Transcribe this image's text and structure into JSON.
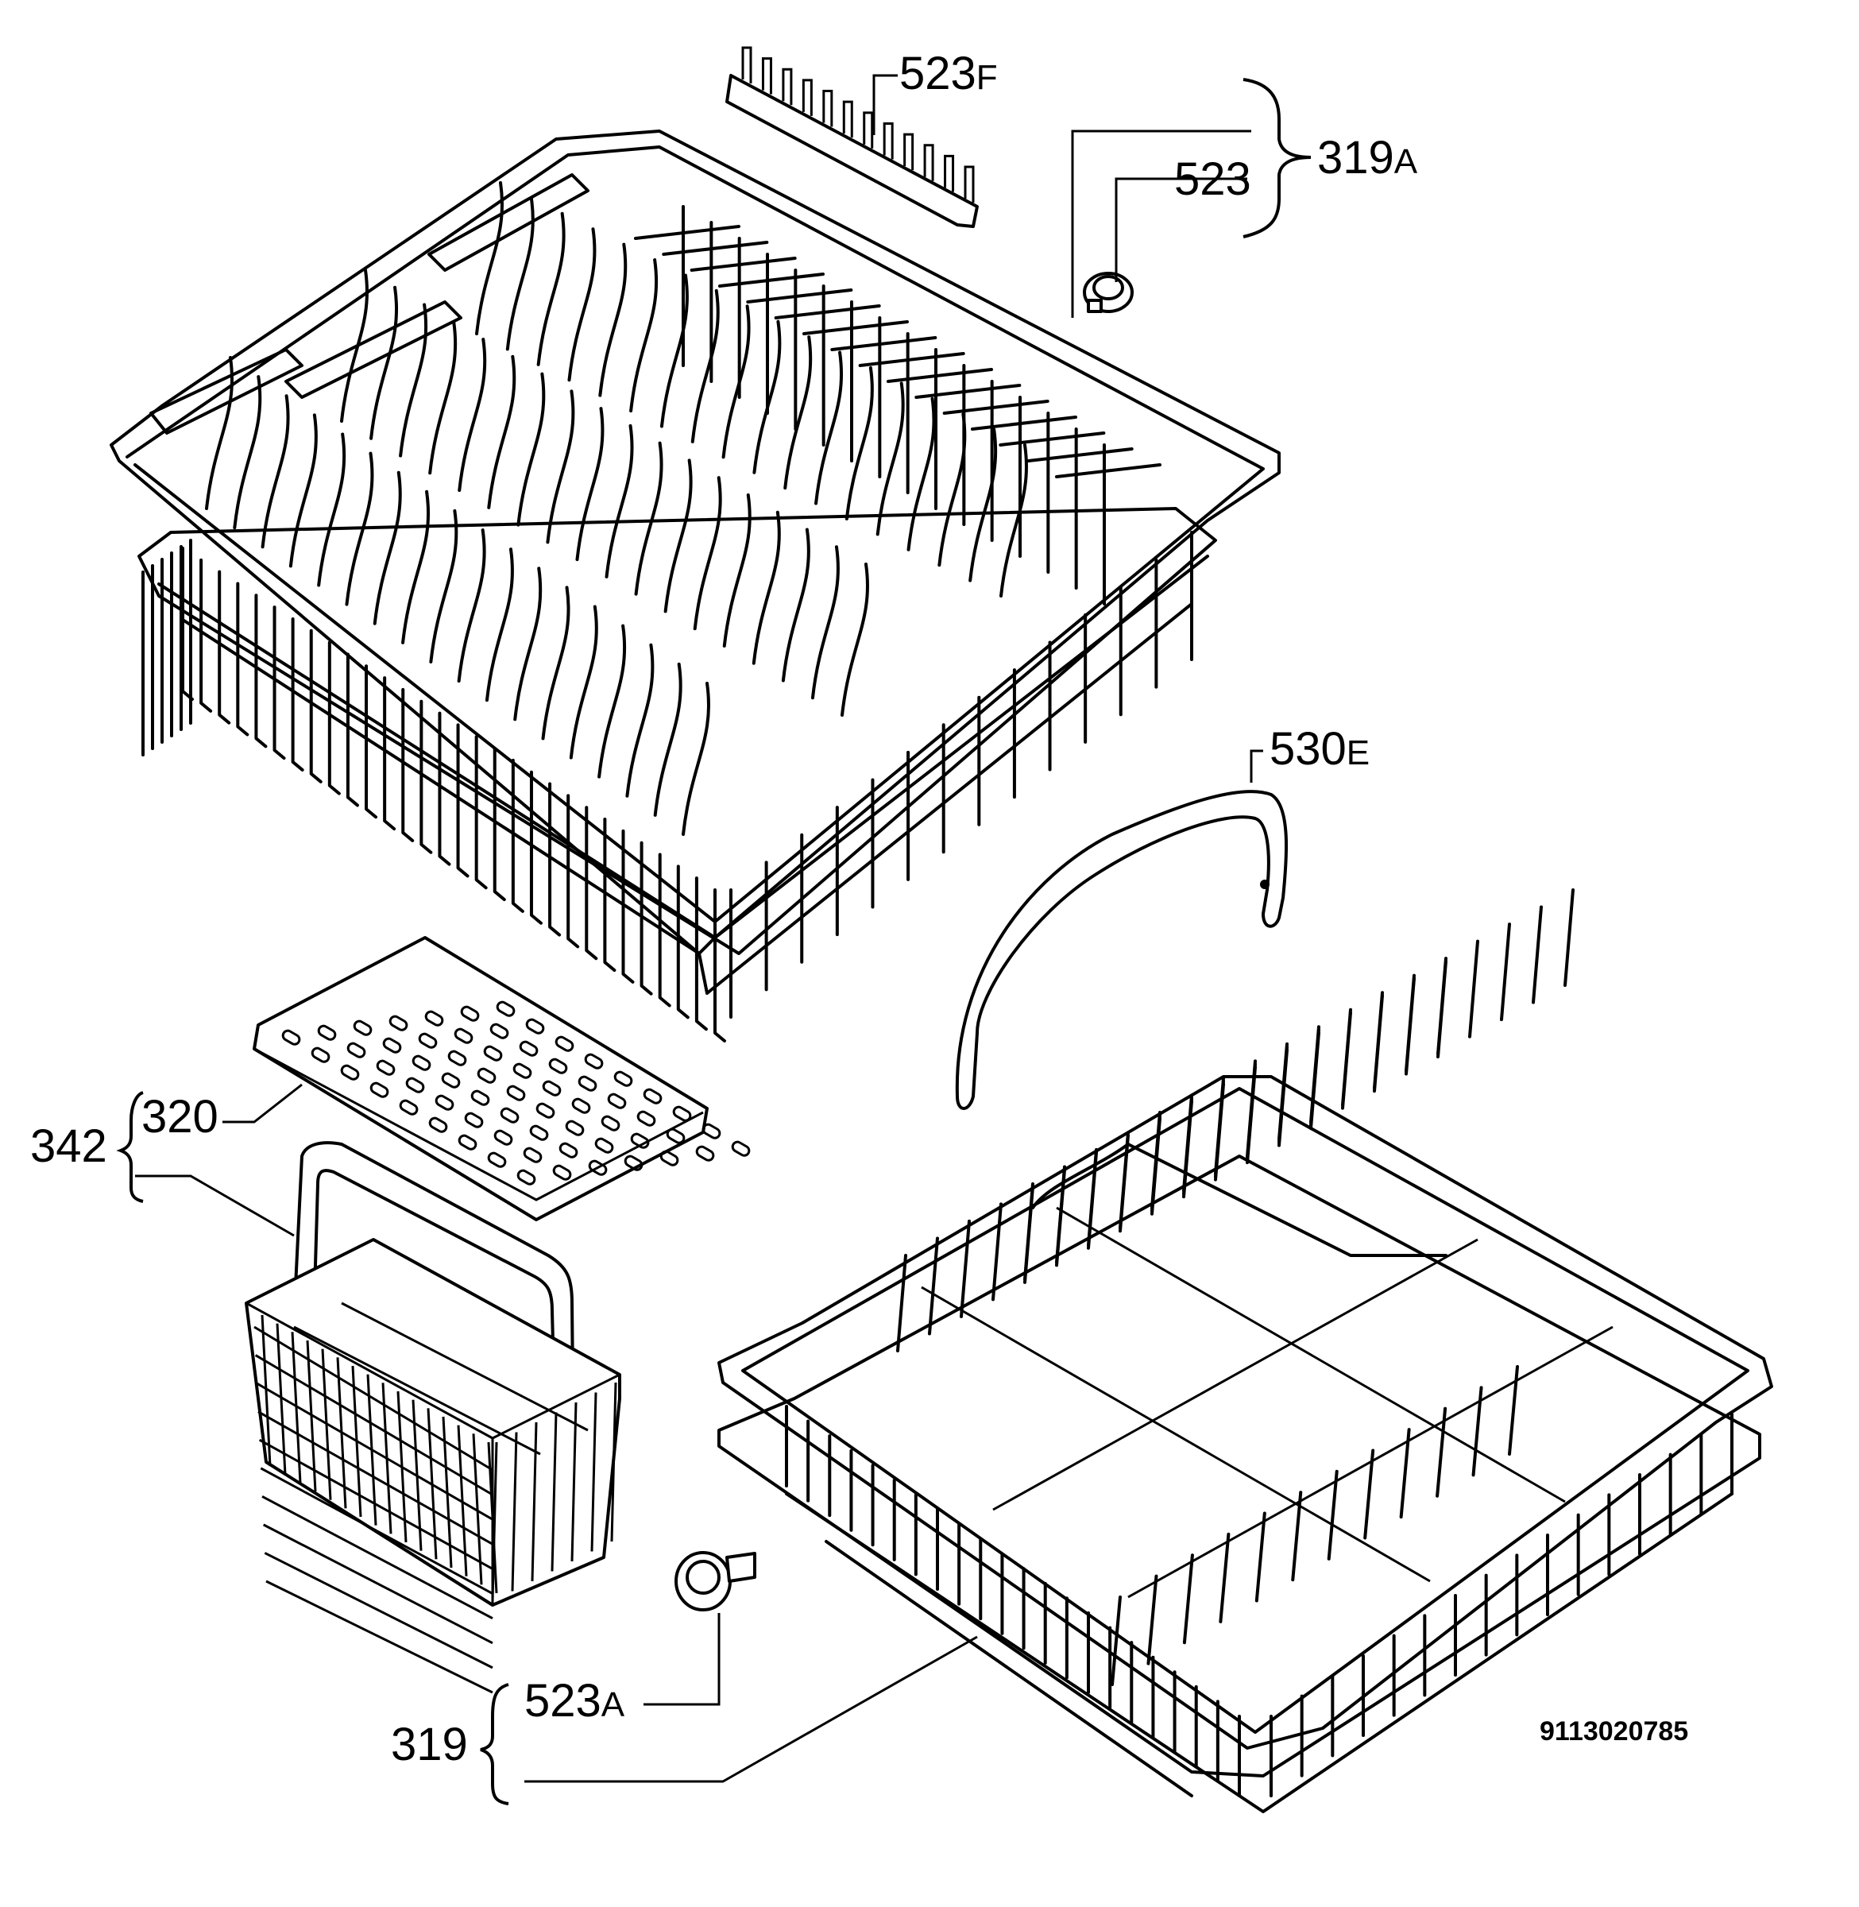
{
  "diagram": {
    "labels": {
      "p523f": {
        "num": "523",
        "suffix": "F"
      },
      "p319a": {
        "num": "319",
        "suffix": "A"
      },
      "p523": {
        "num": "523"
      },
      "p530e": {
        "num": "530",
        "suffix": "E"
      },
      "p320": {
        "num": "320"
      },
      "p342": {
        "num": "342"
      },
      "p523a": {
        "num": "523",
        "suffix": "A"
      },
      "p319": {
        "num": "319"
      }
    },
    "drawing_number": "9113020785"
  }
}
